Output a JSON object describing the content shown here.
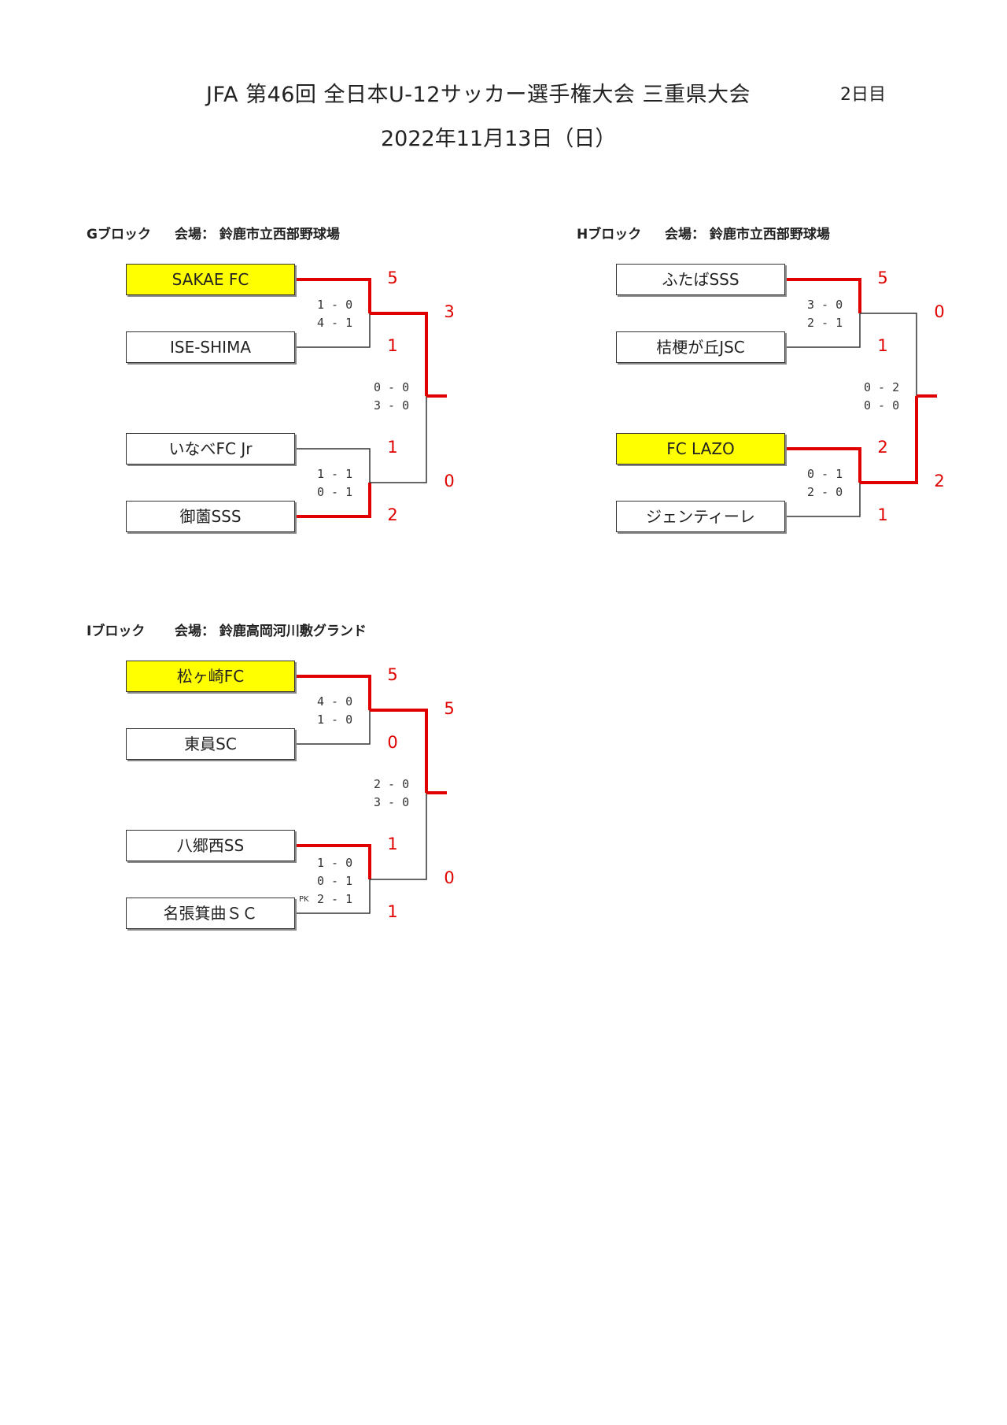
{
  "header": {
    "title": "JFA 第46回 全日本U-12サッカー選手権大会 三重県大会",
    "day": "2日目",
    "date": "2022年11月13日（日）"
  },
  "venue_label": "会場：",
  "blocks": {
    "g": {
      "name": "Gブロック",
      "venue": "鈴鹿市立西部野球場",
      "teams": [
        "SAKAE FC",
        "ISE-SHIMA",
        "いなべFC Jr",
        "御薗SSS"
      ],
      "match1": {
        "score_top": "5",
        "score_bottom": "1",
        "halves": [
          [
            "1",
            "0"
          ],
          [
            "4",
            "1"
          ]
        ]
      },
      "match2": {
        "score_top": "1",
        "score_bottom": "2",
        "halves": [
          [
            "1",
            "1"
          ],
          [
            "0",
            "1"
          ]
        ]
      },
      "final": {
        "score_top": "3",
        "score_bottom": "0",
        "halves": [
          [
            "0",
            "0"
          ],
          [
            "3",
            "0"
          ]
        ]
      }
    },
    "h": {
      "name": "Hブロック",
      "venue": "鈴鹿市立西部野球場",
      "teams": [
        "ふたばSSS",
        "桔梗が丘JSC",
        "FC LAZO",
        "ジェンティーレ"
      ],
      "match1": {
        "score_top": "5",
        "score_bottom": "1",
        "halves": [
          [
            "3",
            "0"
          ],
          [
            "2",
            "1"
          ]
        ]
      },
      "match2": {
        "score_top": "2",
        "score_bottom": "1",
        "halves": [
          [
            "0",
            "1"
          ],
          [
            "2",
            "0"
          ]
        ]
      },
      "final": {
        "score_top": "0",
        "score_bottom": "2",
        "halves": [
          [
            "0",
            "2"
          ],
          [
            "0",
            "0"
          ]
        ]
      }
    },
    "i": {
      "name": "Iブロック",
      "venue": "鈴鹿高岡河川敷グランド",
      "teams": [
        "松ヶ崎FC",
        "東員SC",
        "八郷西SS",
        "名張箕曲ＳＣ"
      ],
      "match1": {
        "score_top": "5",
        "score_bottom": "0",
        "halves": [
          [
            "4",
            "0"
          ],
          [
            "1",
            "0"
          ]
        ]
      },
      "match2": {
        "score_top": "1",
        "score_bottom": "1",
        "halves": [
          [
            "1",
            "0"
          ],
          [
            "0",
            "1"
          ]
        ],
        "pk_label": "PK",
        "pk": [
          "2",
          "1"
        ]
      },
      "final": {
        "score_top": "5",
        "score_bottom": "0",
        "halves": [
          [
            "2",
            "0"
          ],
          [
            "3",
            "0"
          ]
        ]
      }
    }
  },
  "colors": {
    "winner_fill": "#ffff00",
    "winner_line": "#e00000",
    "line": "#333333"
  }
}
